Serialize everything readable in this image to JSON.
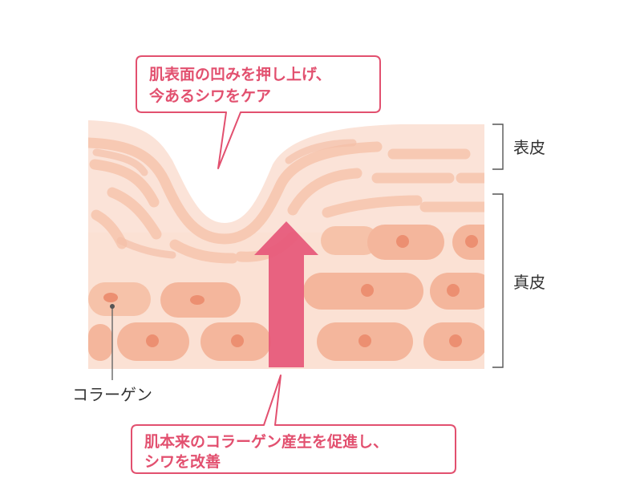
{
  "callouts": {
    "top": {
      "line1": "肌表面の凹みを押し上げ、",
      "line2": "今あるシワをケア"
    },
    "bottom": {
      "line1": "肌本来のコラーゲン産生を促進し、",
      "line2": "シワを改善"
    }
  },
  "layers": {
    "epidermis": "表皮",
    "dermis": "真皮"
  },
  "labels": {
    "collagen": "コラーゲン"
  },
  "colors": {
    "accent": "#e2506f",
    "arrow": "#e6587a",
    "skin_light": "#fbe3d8",
    "skin_mid": "#f7cdb9",
    "cell": "#f4b69c",
    "nucleus": "#ec8f71"
  }
}
